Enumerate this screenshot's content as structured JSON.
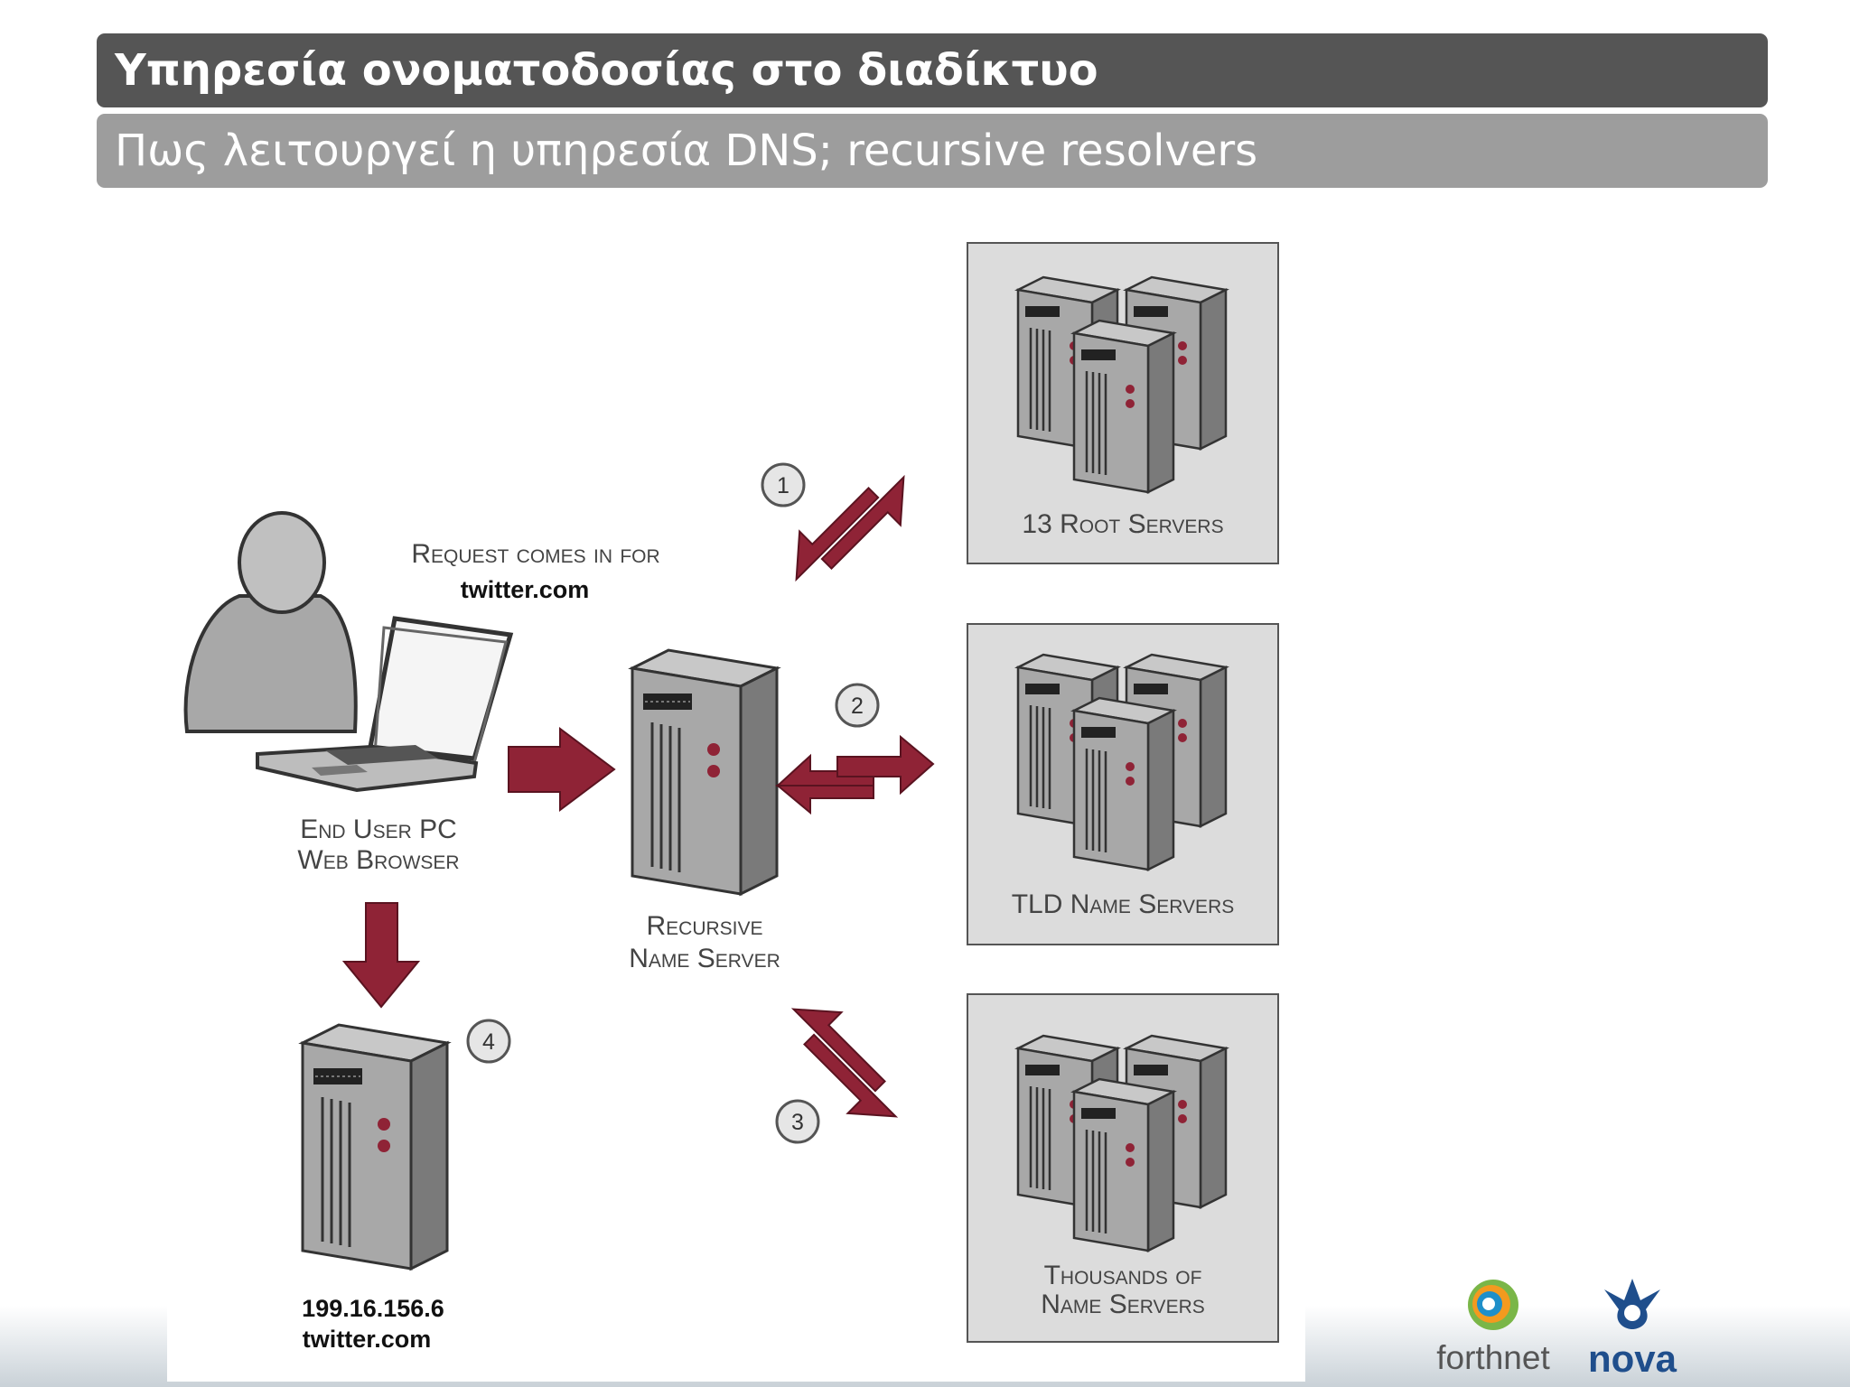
{
  "header": {
    "title": "Υπηρεσία ονοματοδοσίας στο διαδίκτυο",
    "subtitle": "Πως λειτουργεί η υπηρεσία DNS; recursive resolvers"
  },
  "diagram": {
    "request_label": "Request comes in for",
    "request_domain": "twitter.com",
    "end_user_line1": "End User PC",
    "end_user_line2": "Web Browser",
    "recursive_line1": "Recursive",
    "recursive_line2": "Name Server",
    "root_servers": "13 Root Servers",
    "tld_servers": "TLD Name Servers",
    "thousands_line1": "Thousands of",
    "thousands_line2": "Name Servers",
    "result_ip": "199.16.156.6",
    "result_domain": "twitter.com",
    "steps": [
      "1",
      "2",
      "3",
      "4"
    ],
    "colors": {
      "arrow": "#8f2336",
      "server": "#9a9a9a",
      "box": "#dcdcdc"
    }
  },
  "logos": {
    "forthnet": "forthnet",
    "nova": "nova"
  }
}
